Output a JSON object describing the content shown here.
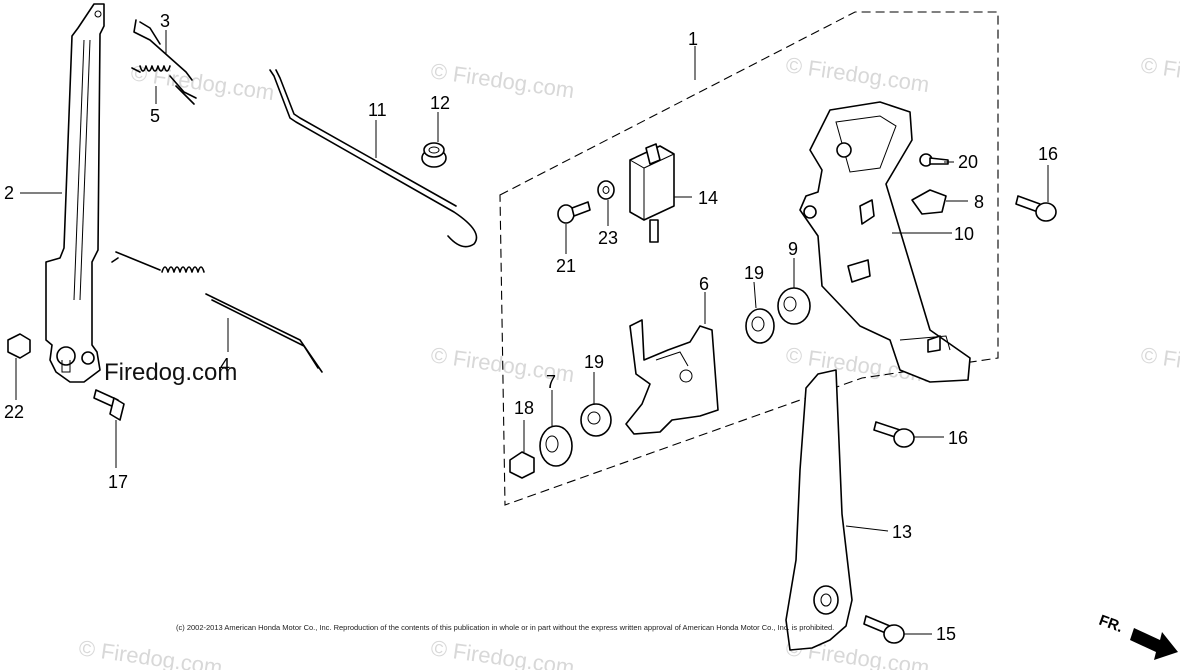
{
  "watermark": {
    "text": "© Firedog.com"
  },
  "brand": {
    "text": "Firedog.com"
  },
  "callouts": [
    {
      "id": "1",
      "text": "1"
    },
    {
      "id": "2",
      "text": "2"
    },
    {
      "id": "3",
      "text": "3"
    },
    {
      "id": "4",
      "text": "4"
    },
    {
      "id": "5",
      "text": "5"
    },
    {
      "id": "6",
      "text": "6"
    },
    {
      "id": "7",
      "text": "7"
    },
    {
      "id": "8",
      "text": "8"
    },
    {
      "id": "9",
      "text": "9"
    },
    {
      "id": "10",
      "text": "10"
    },
    {
      "id": "11",
      "text": "11"
    },
    {
      "id": "12",
      "text": "12"
    },
    {
      "id": "13",
      "text": "13"
    },
    {
      "id": "14",
      "text": "14"
    },
    {
      "id": "15",
      "text": "15"
    },
    {
      "id": "16a",
      "text": "16"
    },
    {
      "id": "16b",
      "text": "16"
    },
    {
      "id": "17",
      "text": "17"
    },
    {
      "id": "18",
      "text": "18"
    },
    {
      "id": "19a",
      "text": "19"
    },
    {
      "id": "19b",
      "text": "19"
    },
    {
      "id": "20",
      "text": "20"
    },
    {
      "id": "21",
      "text": "21"
    },
    {
      "id": "22",
      "text": "22"
    },
    {
      "id": "23",
      "text": "23"
    }
  ],
  "copyright": "(c) 2002-2013 American Honda Motor Co., Inc. Reproduction of the contents of this publication in whole or in part without the express written approval of American Honda Motor Co., Inc. is prohibited.",
  "direction_marker": {
    "label": "FR."
  }
}
